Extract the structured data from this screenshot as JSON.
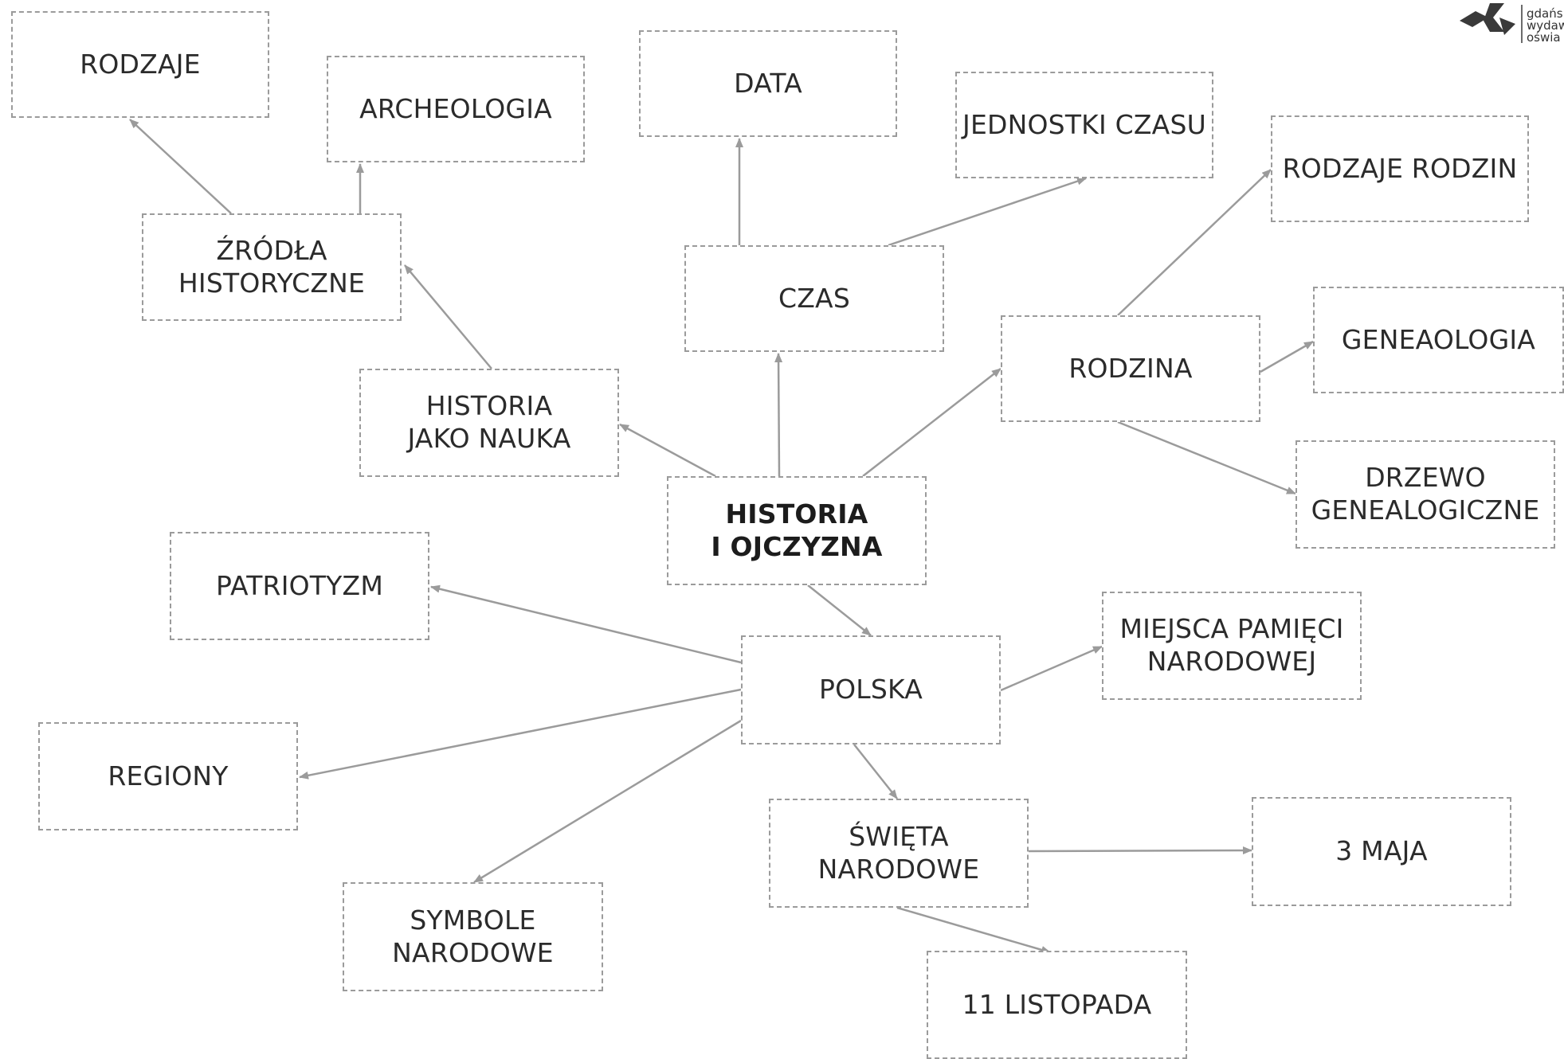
{
  "colors": {
    "edge": "#9b9b9b",
    "border": "#9b9b9b",
    "text": "#2b2b2b",
    "logo": "#3a3a3a"
  },
  "logo": {
    "icon": "publisher-logo-icon",
    "lines": [
      "gdańs",
      "wydaw",
      "oświa"
    ]
  },
  "nodes": [
    {
      "id": "rodzaje",
      "label": "RODZAJE"
    },
    {
      "id": "archeologia",
      "label": "ARCHEOLOGIA"
    },
    {
      "id": "data",
      "label": "DATA"
    },
    {
      "id": "jednostki-czasu",
      "label": "JEDNOSTKI CZASU"
    },
    {
      "id": "rodzaje-rodzin",
      "label": "RODZAJE RODZIN"
    },
    {
      "id": "zrodla-historyczne",
      "label": "ŹRÓDŁA\nHISTORYCZNE"
    },
    {
      "id": "czas",
      "label": "CZAS"
    },
    {
      "id": "genealogia",
      "label": "GENEAOLOGIA"
    },
    {
      "id": "rodzina",
      "label": "RODZINA"
    },
    {
      "id": "historia-jako-nauka",
      "label": "HISTORIA\nJAKO NAUKA"
    },
    {
      "id": "drzewo-genealogiczne",
      "label": "DRZEWO\nGENEALOGICZNE"
    },
    {
      "id": "historia-i-ojczyzna",
      "label": "HISTORIA\nI OJCZYZNA"
    },
    {
      "id": "patriotyzm",
      "label": "PATRIOTYZM"
    },
    {
      "id": "miejsca-pamieci",
      "label": "MIEJSCA PAMIĘCI\nNARODOWEJ"
    },
    {
      "id": "polska",
      "label": "POLSKA"
    },
    {
      "id": "regiony",
      "label": "REGIONY"
    },
    {
      "id": "swieta-narodowe",
      "label": "ŚWIĘTA\nNARODOWE"
    },
    {
      "id": "3-maja",
      "label": "3 MAJA"
    },
    {
      "id": "symbole-narodowe",
      "label": "SYMBOLE\nNARODOWE"
    },
    {
      "id": "11-listopada",
      "label": "11 LISTOPADA"
    }
  ],
  "edges": [
    {
      "from": "historia-i-ojczyzna",
      "to": "historia-jako-nauka"
    },
    {
      "from": "historia-i-ojczyzna",
      "to": "czas"
    },
    {
      "from": "historia-i-ojczyzna",
      "to": "rodzina"
    },
    {
      "from": "historia-i-ojczyzna",
      "to": "polska"
    },
    {
      "from": "historia-jako-nauka",
      "to": "zrodla-historyczne"
    },
    {
      "from": "zrodla-historyczne",
      "to": "rodzaje"
    },
    {
      "from": "zrodla-historyczne",
      "to": "archeologia"
    },
    {
      "from": "czas",
      "to": "data"
    },
    {
      "from": "czas",
      "to": "jednostki-czasu"
    },
    {
      "from": "rodzina",
      "to": "rodzaje-rodzin"
    },
    {
      "from": "rodzina",
      "to": "genealogia"
    },
    {
      "from": "rodzina",
      "to": "drzewo-genealogiczne"
    },
    {
      "from": "polska",
      "to": "patriotyzm"
    },
    {
      "from": "polska",
      "to": "regiony"
    },
    {
      "from": "polska",
      "to": "symbole-narodowe"
    },
    {
      "from": "polska",
      "to": "miejsca-pamieci"
    },
    {
      "from": "polska",
      "to": "swieta-narodowe"
    },
    {
      "from": "swieta-narodowe",
      "to": "3-maja"
    },
    {
      "from": "swieta-narodowe",
      "to": "11-listopada"
    }
  ]
}
